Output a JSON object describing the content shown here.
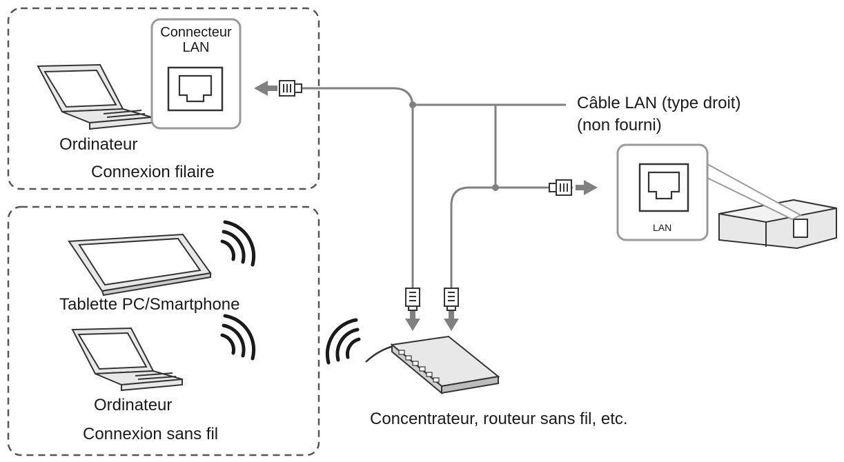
{
  "wired_group": {
    "connector_label_line1": "Connecteur",
    "connector_label_line2": "LAN",
    "computer_label": "Ordinateur",
    "group_label": "Connexion filaire"
  },
  "wireless_group": {
    "tablet_label": "Tablette PC/Smartphone",
    "computer_label": "Ordinateur",
    "group_label": "Connexion sans fil"
  },
  "cable": {
    "label_line1": "Câble LAN (type droit)",
    "label_line2": "(non fourni)"
  },
  "projector": {
    "port_label": "LAN"
  },
  "hub": {
    "label": "Concentrateur, routeur sans fil, etc."
  },
  "colors": {
    "line": "#808080",
    "stroke": "#333333",
    "device_fill": "#e8e8e8",
    "dashed_border": "#555555"
  }
}
